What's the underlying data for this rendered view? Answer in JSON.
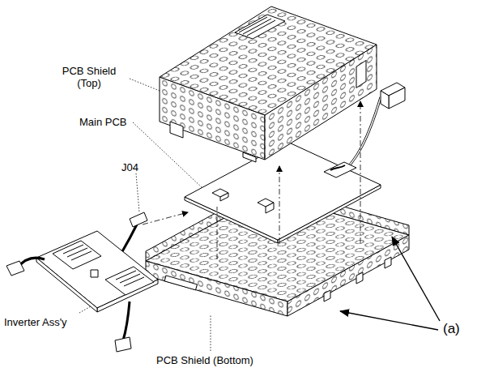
{
  "diagram": {
    "labels": [
      "PCB Shield (Top)",
      "Main PCB",
      "J04",
      "Inverter Ass'y",
      "PCB Shield (Bottom)",
      "(a)"
    ]
  }
}
